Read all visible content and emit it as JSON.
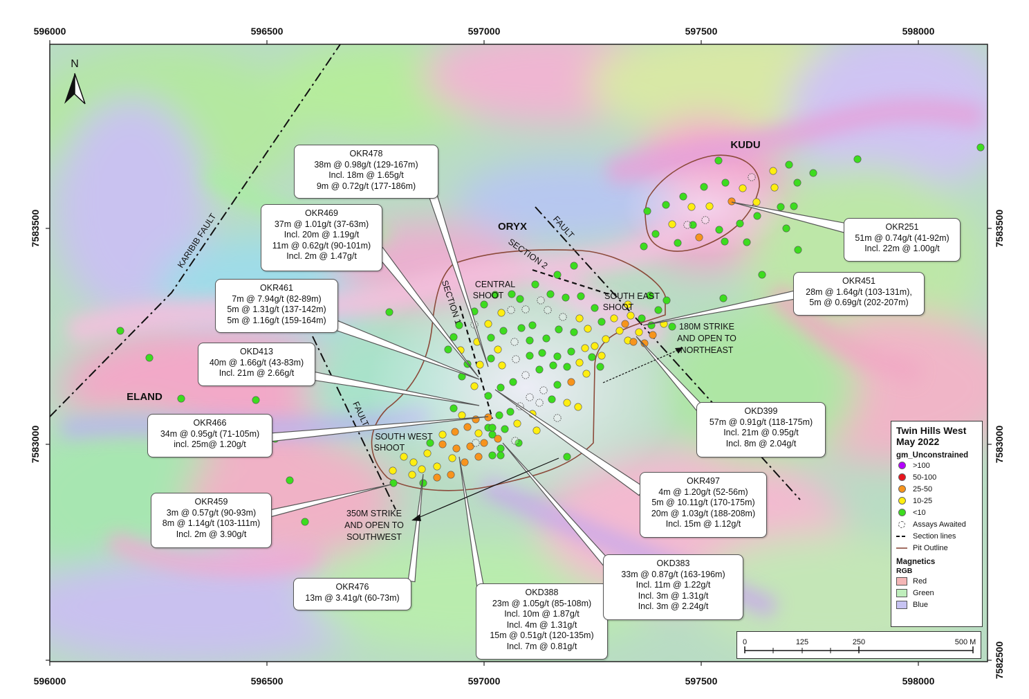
{
  "x_coords": [
    "596000",
    "596500",
    "597000",
    "597500",
    "598000"
  ],
  "y_coords": [
    "7583500",
    "7583000",
    "7582500"
  ],
  "north_label": "N",
  "places": {
    "kudu": "KUDU",
    "oryx": "ORYX",
    "eland": "ELAND"
  },
  "map_labels": {
    "karibib_fault": "KARIBIB FAULT",
    "fault_sw": "FAULT",
    "fault_ne": "FAULT",
    "section1": "SECTION 1",
    "section2": "SECTION 2",
    "central_shoot": [
      "CENTRAL",
      "SHOOT"
    ],
    "south_east_shoot": [
      "SOUTH EAST",
      "SHOOT"
    ],
    "south_west_shoot": [
      "SOUTH WEST",
      "SHOOT"
    ],
    "strike_ne": [
      "180M STRIKE",
      "AND OPEN TO",
      "NORTHEAST"
    ],
    "strike_sw": [
      "350M STRIKE",
      "AND OPEN TO",
      "SOUTHWEST"
    ]
  },
  "callouts": [
    {
      "id": "okr478",
      "lines": [
        "OKR478",
        "38m @ 0.98g/t (129-167m)",
        "Incl. 18m @ 1.65g/t",
        "9m @ 0.72g/t (177-186m)"
      ]
    },
    {
      "id": "okr469",
      "lines": [
        "OKR469",
        "37m @ 1.01g/t (37-63m)",
        "Incl. 20m @ 1.19g/t",
        "11m @ 0.62g/t (90-101m)",
        "Incl. 2m @ 1.47g/t"
      ]
    },
    {
      "id": "okr461",
      "lines": [
        "OKR461",
        "7m @ 7.94g/t (82-89m)",
        "5m @ 1.31g/t (137-142m)",
        "5m @ 1.16g/t (159-164m)"
      ]
    },
    {
      "id": "okd413",
      "lines": [
        "OKD413",
        "40m @ 1.66g/t (43-83m)",
        "Incl. 21m @ 2.66g/t"
      ]
    },
    {
      "id": "okr466",
      "lines": [
        "OKR466",
        "34m @ 0.95g/t (71-105m)",
        "incl. 25m@ 1.20g/t"
      ]
    },
    {
      "id": "okr459",
      "lines": [
        "OKR459",
        "3m @ 0.57g/t (90-93m)",
        "8m @ 1.14g/t (103-111m)",
        "Incl. 2m @ 3.90g/t"
      ]
    },
    {
      "id": "okr476",
      "lines": [
        "OKR476",
        "13m @ 3.41g/t (60-73m)"
      ]
    },
    {
      "id": "okd388",
      "lines": [
        "OKD388",
        "23m @ 1.05g/t (85-108m)",
        "Incl. 10m @ 1.87g/t",
        "Incl. 4m @ 1.31g/t",
        "15m @ 0.51g/t (120-135m)",
        "Incl. 7m @ 0.81g/t"
      ]
    },
    {
      "id": "okd383",
      "lines": [
        "OKD383",
        "33m @ 0.87g/t (163-196m)",
        "Incl. 11m @ 1.22g/t",
        "Incl. 3m @ 1.31g/t",
        "Incl. 3m @ 2.24g/t"
      ]
    },
    {
      "id": "okr497",
      "lines": [
        "OKR497",
        "4m @ 1.20g/t (52-56m)",
        "5m @ 10.11g/t (170-175m)",
        "20m @ 1.03g/t (188-208m)",
        "Incl. 15m @ 1.12g/t"
      ]
    },
    {
      "id": "okd399",
      "lines": [
        "OKD399",
        "57m @ 0.91g/t (118-175m)",
        "Incl. 21m @ 0.95g/t",
        "Incl. 8m @ 2.04g/t"
      ]
    },
    {
      "id": "okr451",
      "lines": [
        "OKR451",
        "28m @ 1.64g/t (103-131m),",
        "5m @ 0.69g/t (202-207m)"
      ]
    },
    {
      "id": "okr251",
      "lines": [
        "OKR251",
        "51m @ 0.74g/t (41-92m)",
        "Incl. 22m @ 1.00g/t"
      ]
    }
  ],
  "legend": {
    "title_1": "Twin Hills West",
    "title_2": "May 2022",
    "grade_heading": "gm_Unconstrained",
    "grade_classes": [
      {
        "label": ">100",
        "color": "#b400ff"
      },
      {
        "label": "50-100",
        "color": "#e8141e"
      },
      {
        "label": "25-50",
        "color": "#f7941d"
      },
      {
        "label": "10-25",
        "color": "#ffee10"
      },
      {
        "label": "<10",
        "color": "#3ddc1f"
      }
    ],
    "assays_awaited": "Assays Awaited",
    "section_lines": "Section lines",
    "pit_outline": "Pit Outline",
    "magnetics_heading": "Magnetics",
    "rgb_heading": "RGB",
    "bands": [
      {
        "label": "Red",
        "color": "#f4b6b6"
      },
      {
        "label": "Green",
        "color": "#bfeebc"
      },
      {
        "label": "Blue",
        "color": "#c7c3f2"
      }
    ]
  },
  "scalebar": {
    "ticks": [
      "0",
      "125",
      "250",
      "500 M"
    ]
  },
  "colors": {
    "pit_outline": "#8b4a3a",
    "section_line": "#111111",
    "fault": "#111111"
  }
}
